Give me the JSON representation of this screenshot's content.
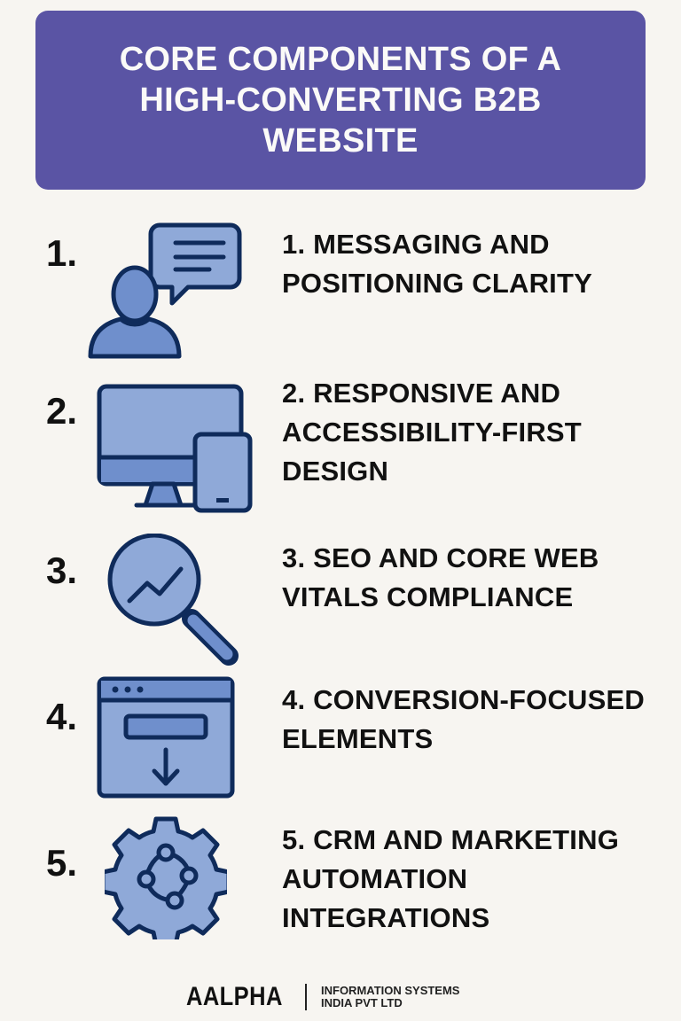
{
  "header": {
    "title": "CORE COMPONENTS OF A HIGH-CONVERTING B2B WEBSITE",
    "background": "#5a54a4"
  },
  "colors": {
    "icon_fill": "#7f9fd3",
    "icon_fill_dark": "#5f83c2",
    "icon_stroke": "#0f2b5b",
    "text": "#111111"
  },
  "items": [
    {
      "number": "1.",
      "icon": "person-speech-bubble-icon",
      "label": "1. MESSAGING AND POSITIONING CLARITY"
    },
    {
      "number": "2.",
      "icon": "monitor-tablet-icon",
      "label": "2. RESPONSIVE AND ACCESSIBILITY-FIRST DESIGN"
    },
    {
      "number": "3.",
      "icon": "magnifier-trend-icon",
      "label": "3. SEO AND CORE WEB VITALS COMPLIANCE"
    },
    {
      "number": "4.",
      "icon": "browser-form-arrow-icon",
      "label": "4. CONVERSION-FOCUSED ELEMENTS"
    },
    {
      "number": "5.",
      "icon": "gear-network-icon",
      "label": "5. CRM AND MARKETING AUTOMATION INTEGRATIONS"
    }
  ],
  "footer": {
    "brand": "AALPHA",
    "company_line1": "INFORMATION SYSTEMS",
    "company_line2": "INDIA PVT LTD"
  }
}
